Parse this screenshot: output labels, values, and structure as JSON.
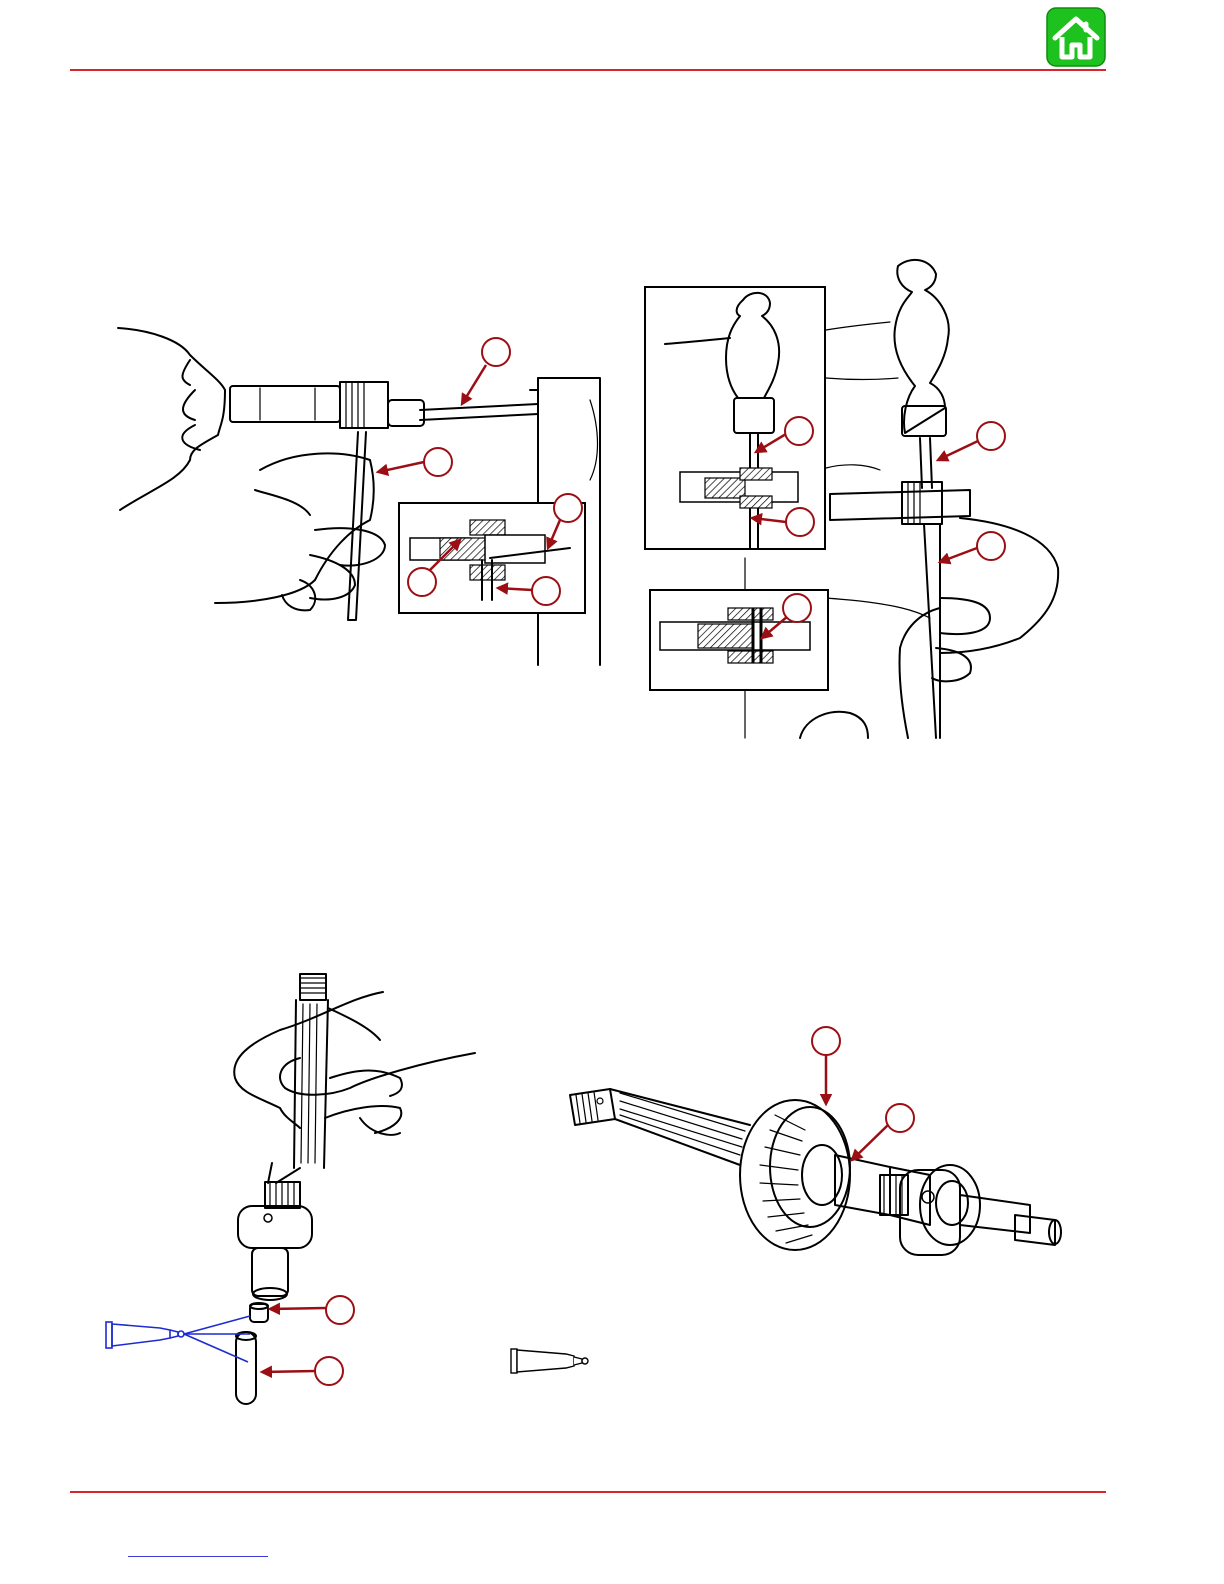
{
  "header": {
    "home_label": "Home",
    "rule_color": "#d6262b",
    "home_color": "#1ec21e"
  },
  "figures": [
    {
      "id": "top-left",
      "description_icon": "hand-tool-cable-illustration"
    },
    {
      "id": "top-right",
      "description_icon": "hammer-punch-illustration"
    },
    {
      "id": "bottom-left",
      "description_icon": "shaft-hand-illustration"
    },
    {
      "id": "bottom-right",
      "description_icon": "pinion-gear-shaft-illustration"
    }
  ],
  "icons": {
    "lubricant_tube_blue": "lubricant-tube-icon",
    "lubricant_tube_black": "lubricant-tube-icon"
  },
  "footer": {
    "link_color": "#3b3bd6"
  },
  "colors": {
    "callout": "#9b0f14",
    "tube_blue": "#1d2bd1"
  }
}
